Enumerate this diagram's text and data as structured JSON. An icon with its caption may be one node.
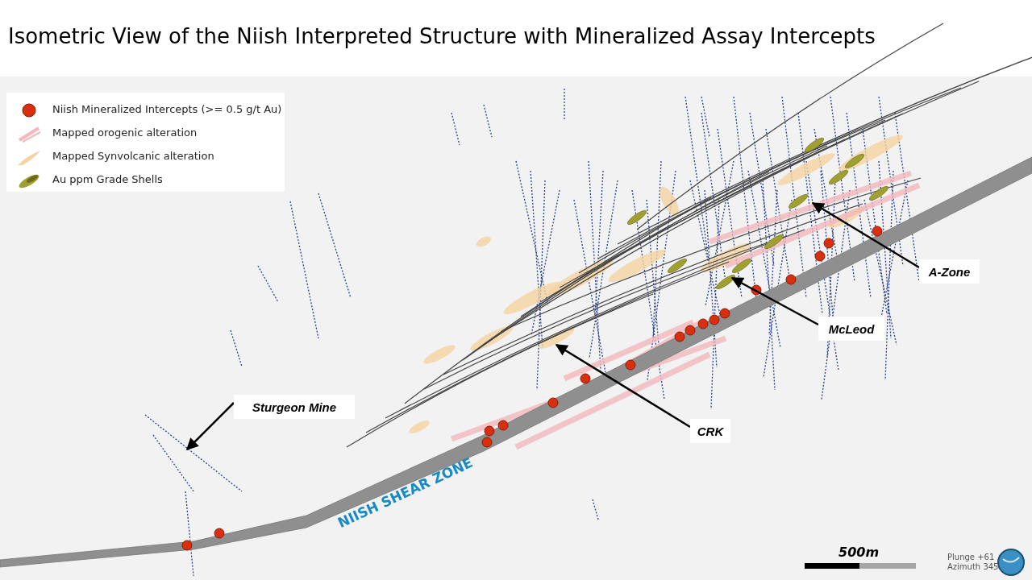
{
  "diagram": {
    "title": "Isometric View of the Niish Interpreted Structure with Mineralized Assay Intercepts",
    "nodes": [
      {
        "text": [
          "Sturgeon Mine"
        ]
      },
      {
        "text": [
          "CRK"
        ]
      },
      {
        "text": [
          "McLeod"
        ]
      },
      {
        "text": [
          "A-Zone"
        ]
      }
    ],
    "edges": [
      {
        "from": 0,
        "to": null,
        "arrow": "to"
      },
      {
        "from": 1,
        "to": null,
        "arrow": "to"
      },
      {
        "from": 2,
        "to": null,
        "arrow": "to"
      },
      {
        "from": 3,
        "to": null,
        "arrow": "to"
      }
    ],
    "labels": [
      "NIISH SHEAR ZONE",
      "500m",
      "Plunge +61",
      "Azimuth 345"
    ],
    "legend": [
      {
        "text": "Niish Mineralized Intercepts (>= 0.5 g/t Au)"
      },
      {
        "text": "Mapped orogenic alteration"
      },
      {
        "text": "Mapped Synvolcanic alteration"
      },
      {
        "text": "Au ppm Grade Shells"
      }
    ]
  }
}
